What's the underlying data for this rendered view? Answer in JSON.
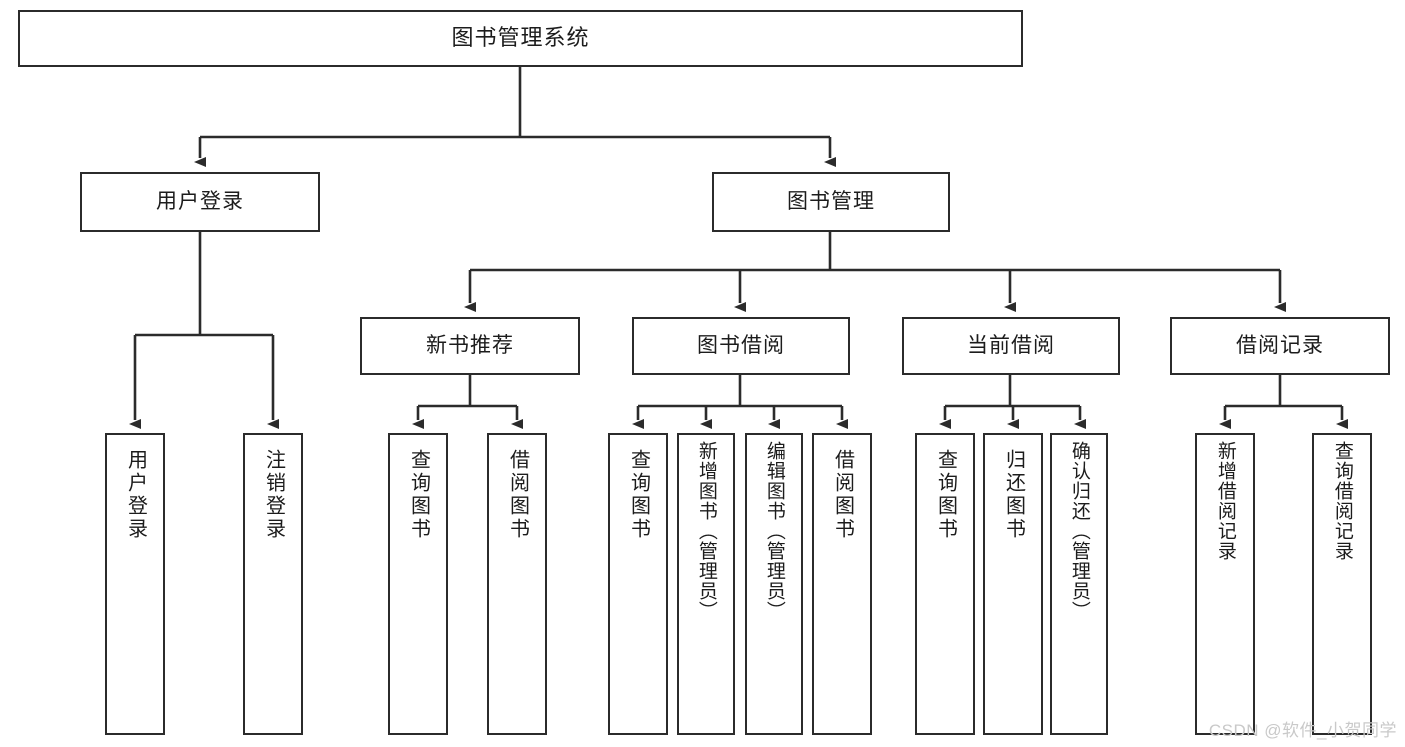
{
  "diagram": {
    "title": "图书管理系统",
    "watermark": "CSDN @软件_小贺同学",
    "line_color": "#2b2b2b",
    "box_fill": "#ffffff",
    "text_color": "#1c1c1c",
    "watermark_color": "#c9c9c9",
    "nodes": {
      "root": "图书管理系统",
      "user_login": "用户登录",
      "book_manage": "图书管理",
      "new_book_rec": "新书推荐",
      "book_borrow": "图书借阅",
      "current_borrow": "当前借阅",
      "borrow_record": "借阅记录",
      "leaf_user_login": "用户登录",
      "leaf_logout": "注销登录",
      "leaf_query_book_1": "查询图书",
      "leaf_borrow_book_1": "借阅图书",
      "leaf_query_book_2": "查询图书",
      "leaf_add_book_admin": "新增图书（管理员）",
      "leaf_edit_book_admin": "编辑图书（管理员）",
      "leaf_borrow_book_2": "借阅图书",
      "leaf_query_book_3": "查询图书",
      "leaf_return_book": "归还图书",
      "leaf_confirm_return_admin": "确认归还（管理员）",
      "leaf_add_record": "新增借阅记录",
      "leaf_query_record": "查询借阅记录"
    }
  }
}
